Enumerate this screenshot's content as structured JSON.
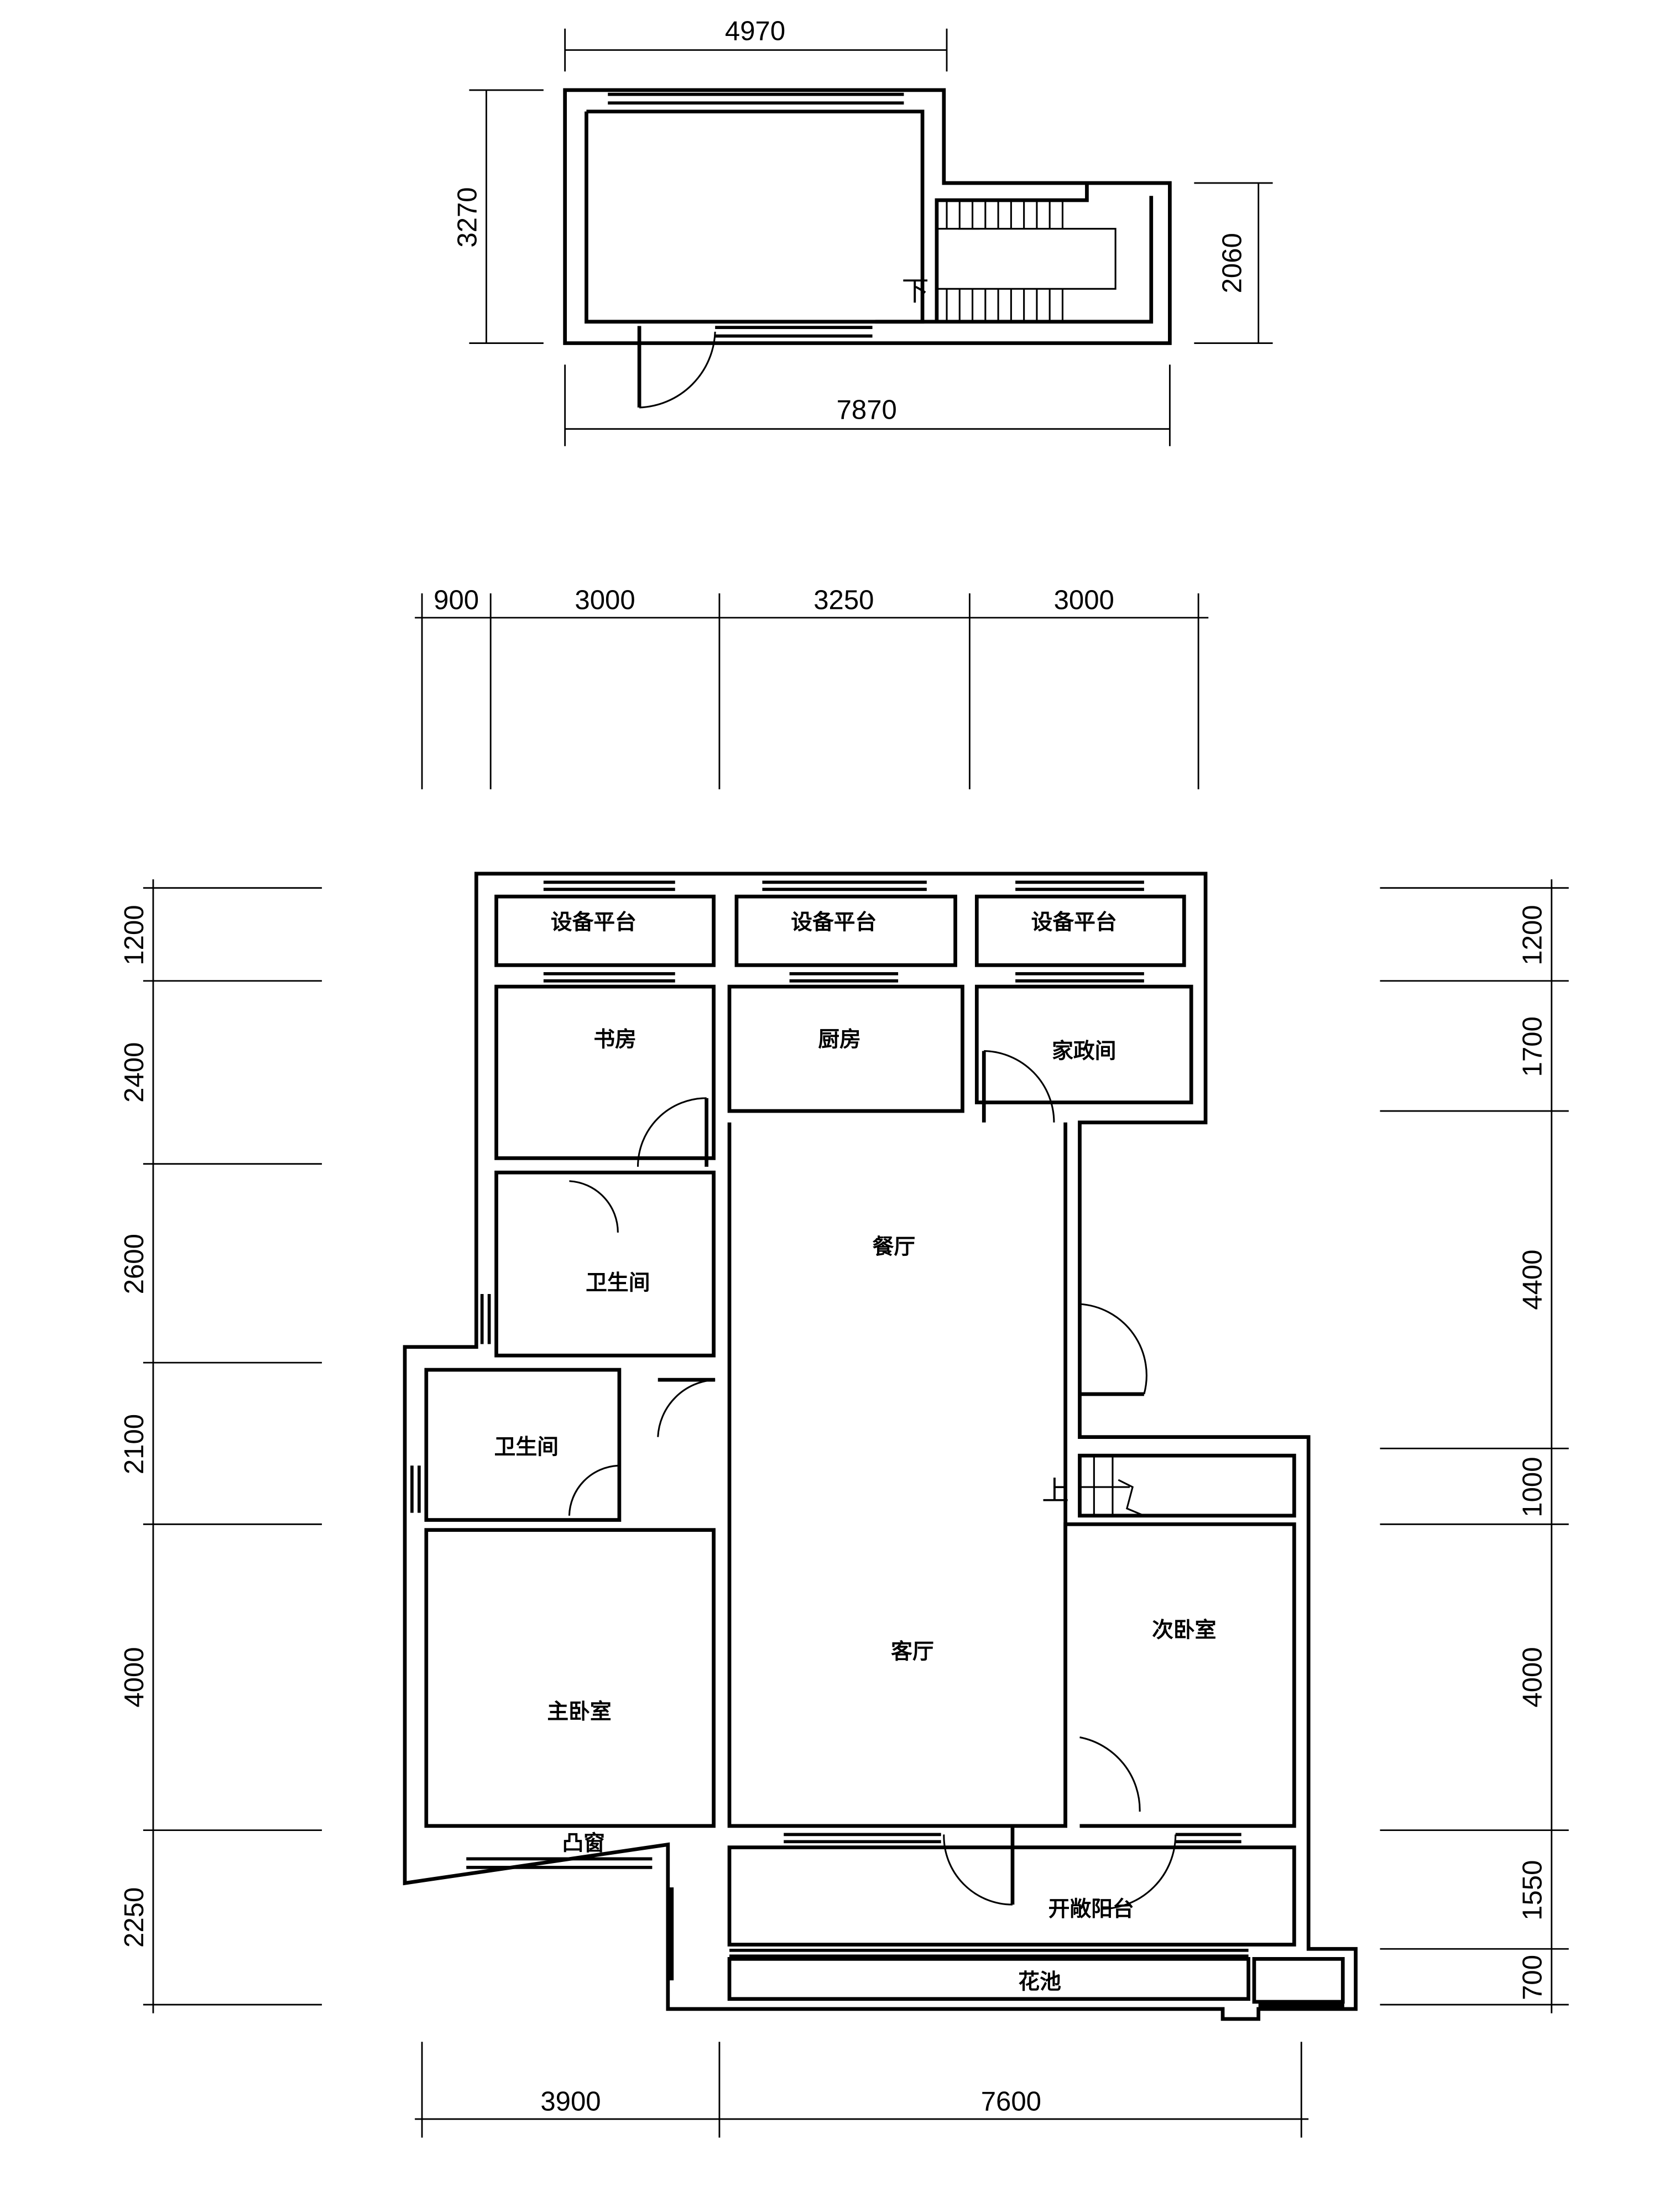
{
  "upper_plan": {
    "dims": {
      "top": "4970",
      "left": "3270",
      "right": "2060",
      "bottom": "7870"
    },
    "stair_label": "下"
  },
  "main_plan": {
    "rooms": {
      "equipment_1": "设备平台",
      "equipment_2": "设备平台",
      "equipment_3": "设备平台",
      "study": "书房",
      "kitchen": "厨房",
      "utility": "家政间",
      "dining": "餐厅",
      "bath_1": "卫生间",
      "bath_2": "卫生间",
      "living": "客厅",
      "second_bedroom": "次卧室",
      "master_bedroom": "主卧室",
      "bay_window": "凸窗",
      "balcony": "开敞阳台",
      "planter": "花池"
    },
    "stair_label": "上",
    "dims_top": [
      "900",
      "3000",
      "3250",
      "3000"
    ],
    "dims_left": [
      "1200",
      "2400",
      "2600",
      "2100",
      "4000",
      "2250"
    ],
    "dims_right": [
      "1200",
      "1700",
      "4400",
      "1000",
      "4000",
      "1550",
      "700"
    ],
    "dims_bottom": [
      "3900",
      "7600"
    ]
  }
}
